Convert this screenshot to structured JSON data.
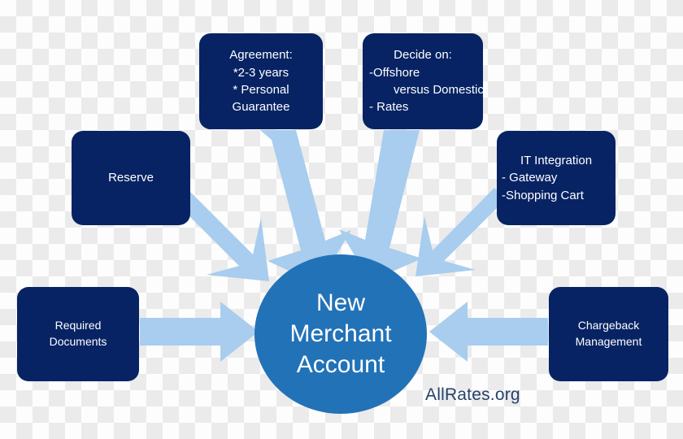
{
  "diagram": {
    "title": "New Merchant Account",
    "watermark": "AllRates.org",
    "colors": {
      "node_fill": "#072363",
      "center_fill": "#2272B8",
      "arrow_fill": "#A8CDEE",
      "node_text": "#FFFFFF",
      "watermark_text": "#27416B",
      "background_checker_light": "#FDFDFD",
      "background_checker_dark": "#EBEBEB"
    },
    "center": {
      "label": "New Merchant Account",
      "lines": [
        "New",
        "Merchant",
        "Account"
      ]
    },
    "nodes": [
      {
        "id": "agreement",
        "label": "Agreement",
        "lines": [
          "Agreement:",
          "*2-3 years",
          "* Personal",
          "Guarantee"
        ]
      },
      {
        "id": "decide",
        "label": "Decide on",
        "lines": [
          "Decide on:",
          "-Offshore",
          "versus Domestic",
          "- Rates"
        ]
      },
      {
        "id": "reserve",
        "label": "Reserve",
        "lines": [
          "Reserve"
        ]
      },
      {
        "id": "it-integration",
        "label": "IT Integration",
        "lines": [
          "IT Integration",
          "- Gateway",
          "-Shopping Cart"
        ]
      },
      {
        "id": "required-documents",
        "label": "Required Documents",
        "lines": [
          "Required",
          "Documents"
        ]
      },
      {
        "id": "chargeback-management",
        "label": "Chargeback Management",
        "lines": [
          "Chargeback",
          "Management"
        ]
      }
    ],
    "arrows": [
      {
        "id": "reserve-to-center",
        "from": "reserve",
        "to": "center",
        "direction": "down-right"
      },
      {
        "id": "agreement-to-center",
        "from": "agreement",
        "to": "center",
        "direction": "down-right"
      },
      {
        "id": "decide-to-center",
        "from": "decide",
        "to": "center",
        "direction": "down-left"
      },
      {
        "id": "it-integration-to-center",
        "from": "it-integration",
        "to": "center",
        "direction": "down-left"
      },
      {
        "id": "required-documents-to-center",
        "from": "required-documents",
        "to": "center",
        "direction": "right"
      },
      {
        "id": "chargeback-management-to-center",
        "from": "chargeback-management",
        "to": "center",
        "direction": "left"
      }
    ]
  }
}
